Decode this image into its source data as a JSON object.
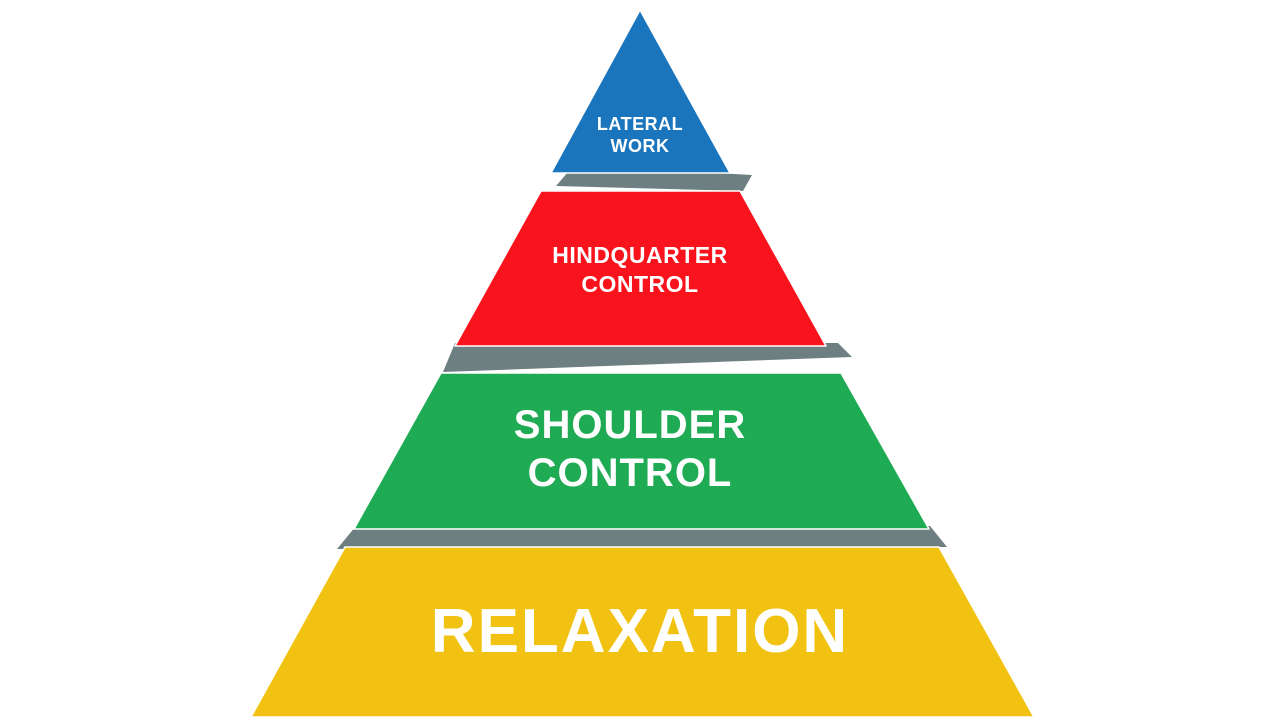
{
  "diagram": {
    "type": "pyramid",
    "title": "",
    "background": "#ffffff",
    "shadow_color": "#6e7f82",
    "text_color": "#ffffff",
    "levels": [
      {
        "label": "LATERAL WORK",
        "label_lines": [
          "LATERAL",
          "WORK"
        ],
        "color": "#1b75bc",
        "position": "top"
      },
      {
        "label": "HINDQUARTER CONTROL",
        "label_lines": [
          "HINDQUARTER",
          "CONTROL"
        ],
        "color": "#f9141d",
        "position": "second"
      },
      {
        "label": "SHOULDER CONTROL",
        "label_lines": [
          "SHOULDER",
          "CONTROL"
        ],
        "color": "#1fab53",
        "position": "third"
      },
      {
        "label": "RELAXATION",
        "label_lines": [
          "RELAXATION"
        ],
        "color": "#f2c212",
        "position": "base"
      }
    ]
  }
}
